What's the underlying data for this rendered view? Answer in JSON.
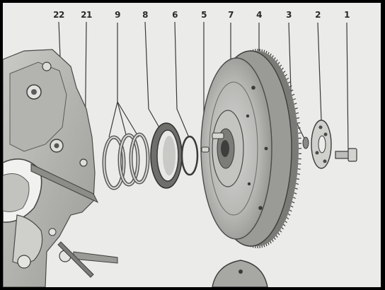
{
  "callouts": [
    {
      "id": "22",
      "label": "22"
    },
    {
      "id": "21",
      "label": "21"
    },
    {
      "id": "9",
      "label": "9"
    },
    {
      "id": "8",
      "label": "8"
    },
    {
      "id": "6",
      "label": "6"
    },
    {
      "id": "5",
      "label": "5"
    },
    {
      "id": "7",
      "label": "7"
    },
    {
      "id": "4",
      "label": "4"
    },
    {
      "id": "3",
      "label": "3"
    },
    {
      "id": "2",
      "label": "2"
    },
    {
      "id": "1",
      "label": "1"
    }
  ],
  "parts": {
    "crankcase": "crankcase",
    "main-seal": "main-seal",
    "shims": "shims",
    "o-ring": "o-ring",
    "flywheel": "flywheel",
    "gland-nut-washer": "gland-nut-washer",
    "gland-nut": "gland-nut"
  }
}
